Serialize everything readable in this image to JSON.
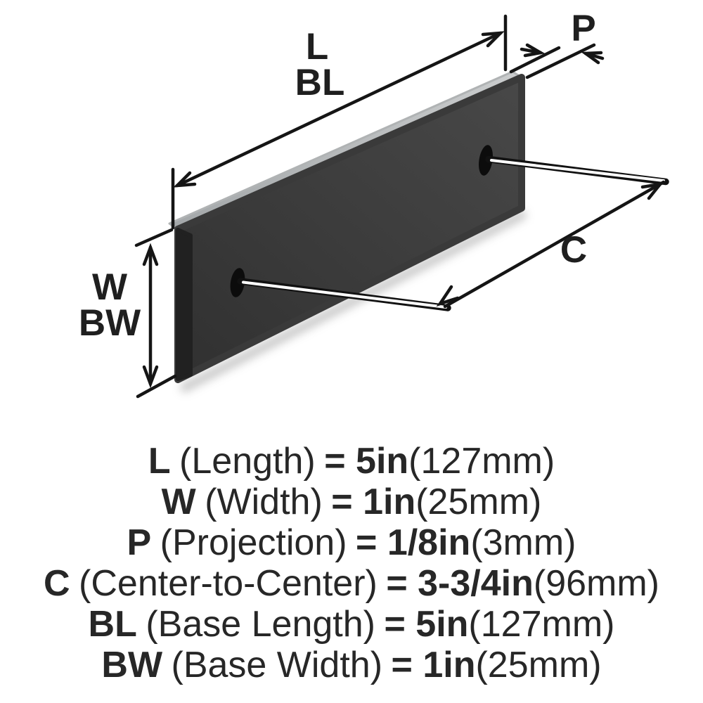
{
  "diagram": {
    "labels": {
      "length": "L",
      "base_length": "BL",
      "projection": "P",
      "center_to_center": "C",
      "width": "W",
      "base_width": "BW"
    },
    "colors": {
      "plate_face": "#3d3d3d",
      "plate_top_edge": "#b9bcbd",
      "plate_end_edge": "#1f1f1f",
      "dimension_lines": "#151515",
      "shadow": "#c3c3c3"
    }
  },
  "spec_lines": [
    {
      "sym": "L",
      "label": "(Length)",
      "eqval": "= 5in",
      "metric": "(127mm)"
    },
    {
      "sym": "W",
      "label": "(Width)",
      "eqval": "= 1in",
      "metric": "(25mm)"
    },
    {
      "sym": "P",
      "label": "(Projection)",
      "eqval": "= 1/8in",
      "metric": "(3mm)"
    },
    {
      "sym": "C",
      "label": "(Center-to-Center)",
      "eqval": "= 3-3/4in",
      "metric": "(96mm)"
    },
    {
      "sym": "BL",
      "label": "(Base Length)",
      "eqval": "= 5in",
      "metric": "(127mm)"
    },
    {
      "sym": "BW",
      "label": "(Base Width)",
      "eqval": "= 1in",
      "metric": "(25mm)"
    }
  ]
}
